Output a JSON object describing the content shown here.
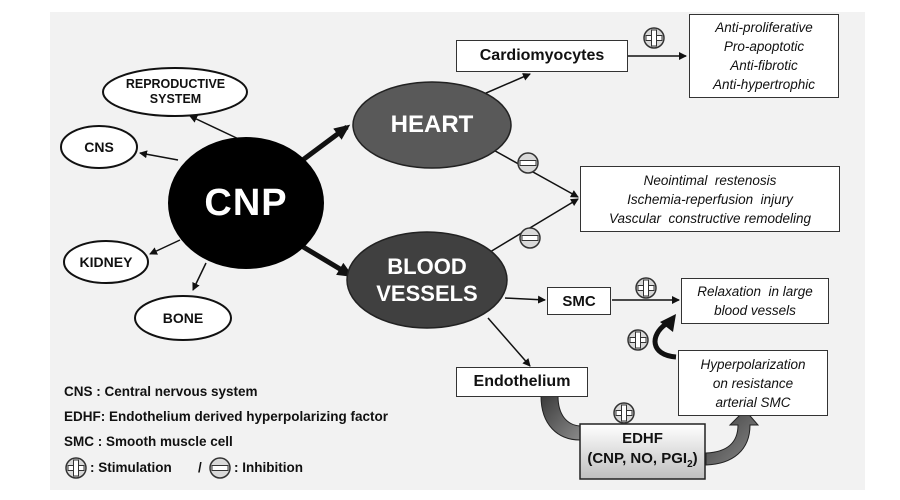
{
  "nodes": {
    "cnp": "CNP",
    "heart": "HEART",
    "blood_vessels": [
      "BLOOD",
      "VESSELS"
    ],
    "reproductive": [
      "REPRODUCTIVE",
      "SYSTEM"
    ],
    "cns": "CNS",
    "kidney": "KIDNEY",
    "bone": "BONE",
    "cardiomyocytes": "Cardiomyocytes",
    "smc": "SMC",
    "endothelium": "Endothelium",
    "edhf_title": "EDHF",
    "edhf_sub_main": "(CNP, NO, PGI",
    "edhf_sub_sub": "2",
    "edhf_sub_end": ")"
  },
  "effects": {
    "cardiomyocyte_effects": [
      "Anti-proliferative",
      "Pro-apoptotic",
      "Anti-fibrotic",
      "Anti-hypertrophic"
    ],
    "vascular_effects": [
      "Neointimal  restenosis",
      "Ischemia-reperfusion  injury",
      "Vascular  constructive remodeling"
    ],
    "relaxation": [
      "Relaxation  in large",
      "blood vessels"
    ],
    "hyperpolarization": [
      "Hyperpolarization",
      "on resistance",
      "arterial SMC"
    ]
  },
  "legend": {
    "cns": "CNS : Central nervous system",
    "edhf": "EDHF: Endothelium derived hyperpolarizing factor",
    "smc": "SMC : Smooth muscle cell",
    "stimulation": ": Stimulation",
    "slash": "/",
    "inhibition": ": Inhibition"
  },
  "colors": {
    "background": "#f2f2f2",
    "cnp_fill": "#000000",
    "heart_fill": "#595959",
    "vessel_fill": "#404040",
    "edhf_fill": "#d0d0d0",
    "sign_fill": "#d9d9d9"
  }
}
